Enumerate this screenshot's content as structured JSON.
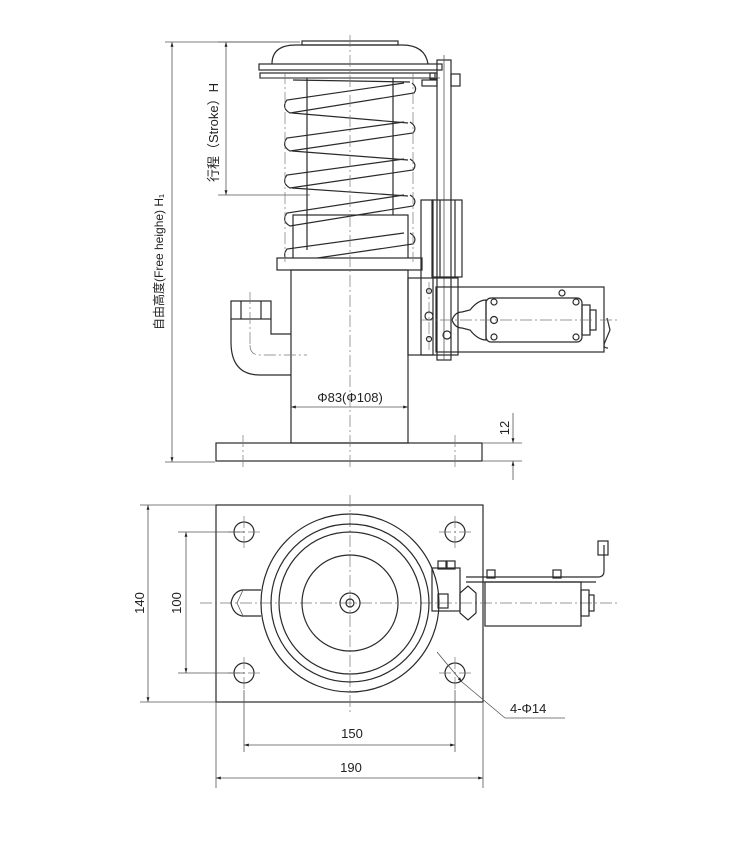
{
  "title": "Spring buffer with limit switch — elevation and plan view",
  "elevation_view": {
    "labels": {
      "free_height": "自由高度(Free heighe) H₁",
      "stroke": "行程（Stroke）H",
      "diameter": "Φ83(Φ108)",
      "base_thickness": "12"
    }
  },
  "plan_view": {
    "labels": {
      "plate_height": "140",
      "hole_spacing_vertical": "100",
      "hole_spacing_horizontal": "150",
      "plate_width": "190",
      "holes": "4-Φ14"
    }
  },
  "colors": {
    "line": "#2a2a2a",
    "background": "#ffffff"
  }
}
